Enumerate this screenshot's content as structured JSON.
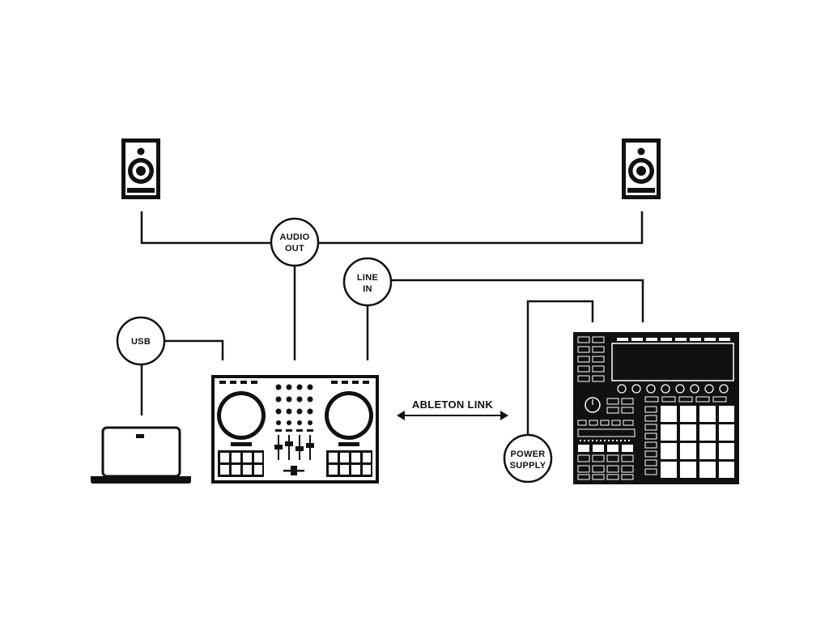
{
  "labels": {
    "audio_out": [
      "AUDIO",
      "OUT"
    ],
    "line_in": [
      "LINE",
      "IN"
    ],
    "usb": "USB",
    "power_supply": [
      "POWER",
      "SUPPLY"
    ],
    "ableton_link": "ABLETON LINK"
  },
  "colors": {
    "ink": "#111111",
    "paper": "#ffffff"
  },
  "icons": {
    "left_speaker": "speaker-icon",
    "right_speaker": "speaker-icon",
    "laptop": "laptop-icon",
    "dj_controller": "dj-controller-icon",
    "groovebox": "groovebox-icon"
  }
}
